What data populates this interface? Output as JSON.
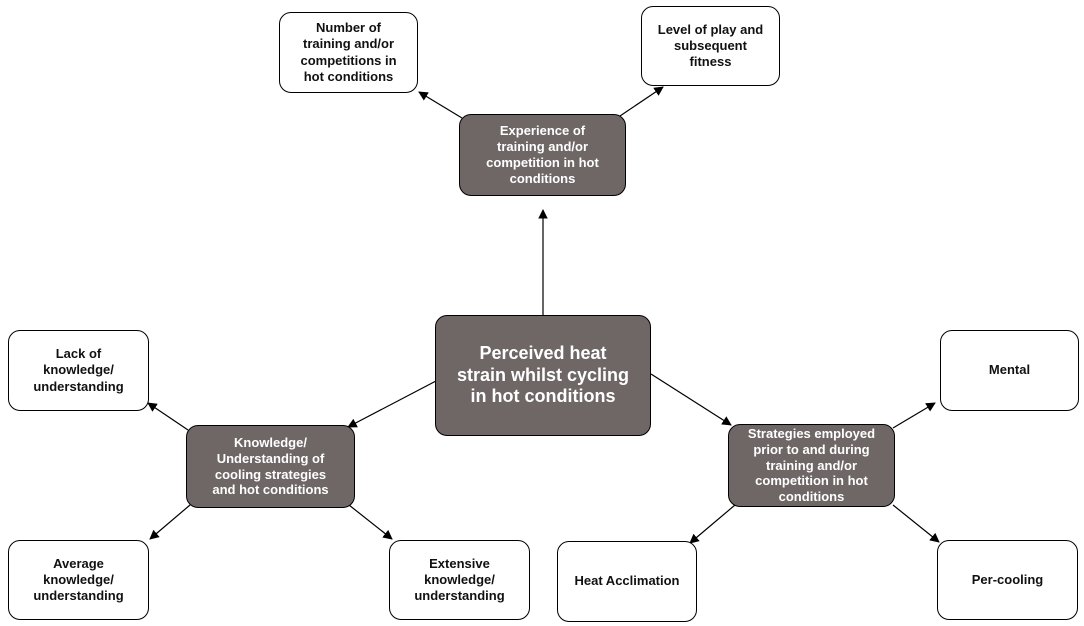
{
  "center": {
    "label": "Perceived heat\nstrain whilst cycling\nin hot conditions"
  },
  "branches": {
    "experience": {
      "label": "Experience of\ntraining and/or\ncompetition in hot\nconditions"
    },
    "knowledge": {
      "label": "Knowledge/\nUnderstanding of\ncooling strategies\nand hot conditions"
    },
    "strategies": {
      "label": "Strategies employed\nprior to and during\ntraining and/or\ncompetition in hot\nconditions"
    }
  },
  "leaves": {
    "number_training": {
      "label": "Number of\ntraining and/or\ncompetitions in\nhot conditions"
    },
    "level_play": {
      "label": "Level of play and\nsubsequent\nfitness"
    },
    "lack_knowledge": {
      "label": "Lack of\nknowledge/\nunderstanding"
    },
    "average_knowledge": {
      "label": "Average\nknowledge/\nunderstanding"
    },
    "extensive_knowledge": {
      "label": "Extensive\nknowledge/\nunderstanding"
    },
    "mental": {
      "label": "Mental"
    },
    "heat_acclimation": {
      "label": "Heat Acclimation"
    },
    "per_cooling": {
      "label": "Per-cooling"
    }
  },
  "colors": {
    "fill_dark": "#6e6766",
    "fill_light": "#ffffff",
    "stroke": "#000000"
  }
}
